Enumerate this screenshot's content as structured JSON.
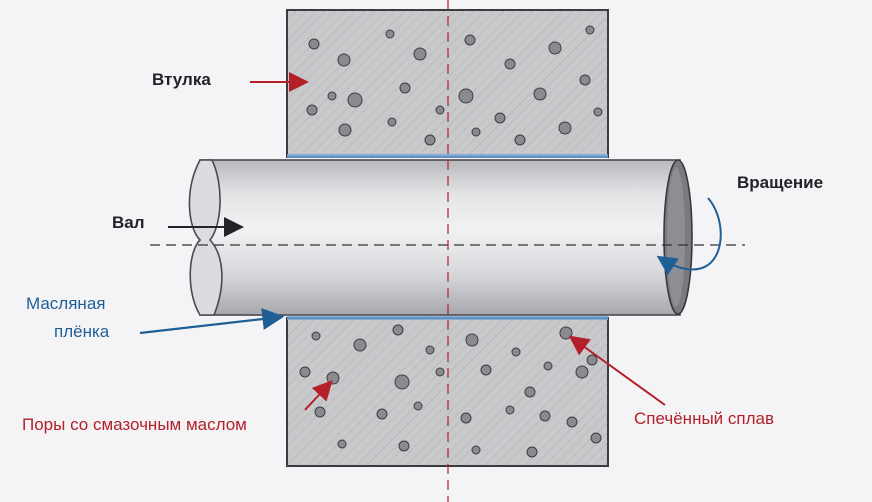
{
  "labels": {
    "bushing": "Втулка",
    "shaft": "Вал",
    "rotation": "Вращение",
    "oil_film_line1": "Масляная",
    "oil_film_line2": "плёнка",
    "pores": "Поры со смазочным маслом",
    "alloy": "Спечённый сплав"
  },
  "colors": {
    "background": "#f4f4f6",
    "bushing_fill": "#c9c9cc",
    "hatch": "#8f8f94",
    "pore": "#8a8a8f",
    "shaft_light": "#f2f2f4",
    "shaft_dark": "#b9b9bd",
    "oil_film": "#6fa8dc",
    "dark_label": "#222326",
    "red_label": "#b3202a",
    "blue_label": "#1f5f96"
  }
}
